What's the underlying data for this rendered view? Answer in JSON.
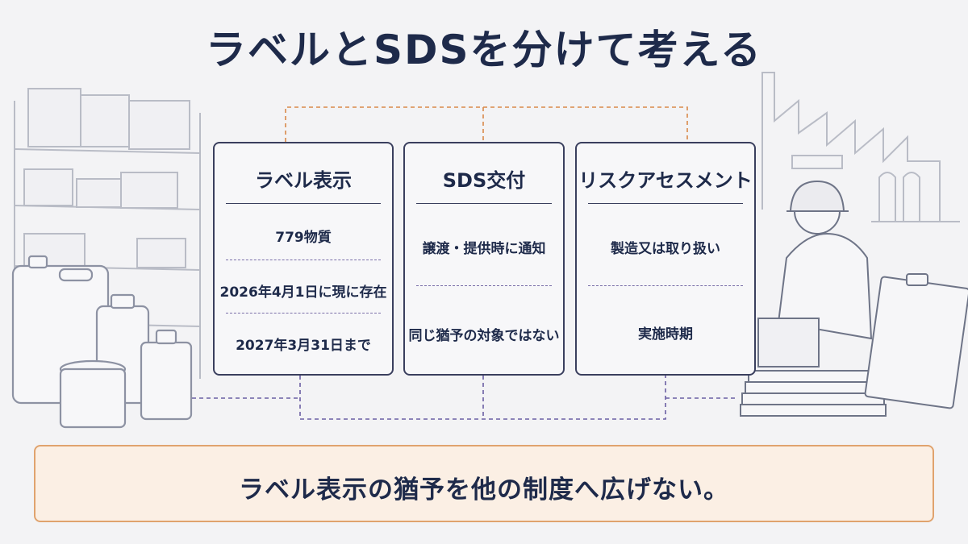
{
  "title": "ラベルとSDSを分けて考える",
  "cards": [
    {
      "heading": "ラベル表示",
      "items": [
        "779物質",
        "2026年4月1日に現に存在",
        "2027年3月31日まで"
      ]
    },
    {
      "heading": "SDS交付",
      "items": [
        "譲渡・提供時に通知",
        "同じ猶予の対象ではない"
      ]
    },
    {
      "heading": "リスクアセスメント",
      "items": [
        "製造又は取り扱い",
        "実施時期"
      ]
    }
  ],
  "conclusion": "ラベル表示の猶予を他の制度へ広げない。",
  "colors": {
    "navy": "#1e2a4a",
    "orange_connector": "#d9894a",
    "purple_connector": "#6b5fa3",
    "callout_fill": "#fbefe4",
    "callout_border": "#e0a36e"
  }
}
